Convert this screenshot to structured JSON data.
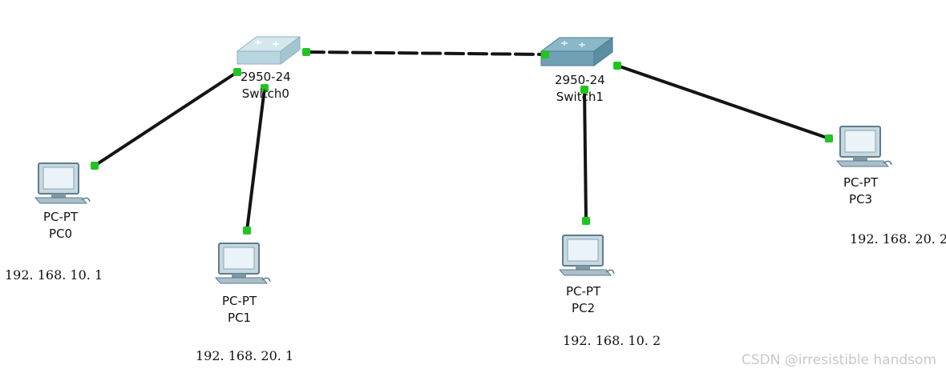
{
  "switches": [
    {
      "model": "2950-24",
      "name": "Switch0",
      "color": "#b9d6df"
    },
    {
      "model": "2950-24",
      "name": "Switch1",
      "color": "#6fa0b3"
    }
  ],
  "pcs": [
    {
      "type": "PC-PT",
      "name": "PC0",
      "ip": "192. 168. 10. 1"
    },
    {
      "type": "PC-PT",
      "name": "PC1",
      "ip": "192. 168. 20. 1"
    },
    {
      "type": "PC-PT",
      "name": "PC2",
      "ip": "192. 168. 10. 2"
    },
    {
      "type": "PC-PT",
      "name": "PC3",
      "ip": "192. 168. 20. 2"
    }
  ],
  "link_status_color": "#22c422",
  "watermark": "CSDN @irresistible handsom"
}
